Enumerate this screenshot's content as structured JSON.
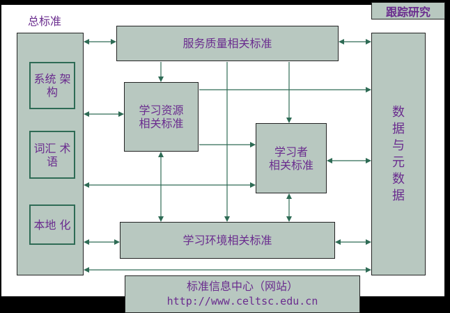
{
  "overall_standard": {
    "label": "总标准"
  },
  "tracking_research": {
    "label": "跟踪研究"
  },
  "sub_boxes": [
    {
      "lines": [
        "系统",
        "架构"
      ]
    },
    {
      "lines": [
        "词汇",
        "术语"
      ]
    },
    {
      "lines": [
        "本地",
        "化"
      ]
    }
  ],
  "service_quality": {
    "label": "服务质量相关标准"
  },
  "learning_resources": {
    "line1": "学习资源",
    "line2": "相关标准"
  },
  "learner": {
    "line1": "学习者",
    "line2": "相关标准"
  },
  "learning_environment": {
    "label": "学习环境相关标准"
  },
  "data_metadata": {
    "chars": [
      "数",
      "据",
      "与",
      "元",
      "数",
      "据"
    ]
  },
  "info_center": {
    "line1": "标准信息中心（网站）",
    "line2": "http://www.celtsc.edu.cn"
  },
  "colors": {
    "box_fill": "#b8c8c0",
    "text": "#6a2c8e",
    "arrow": "#2e6b55",
    "background": "#000000",
    "panel": "#ffffff"
  }
}
